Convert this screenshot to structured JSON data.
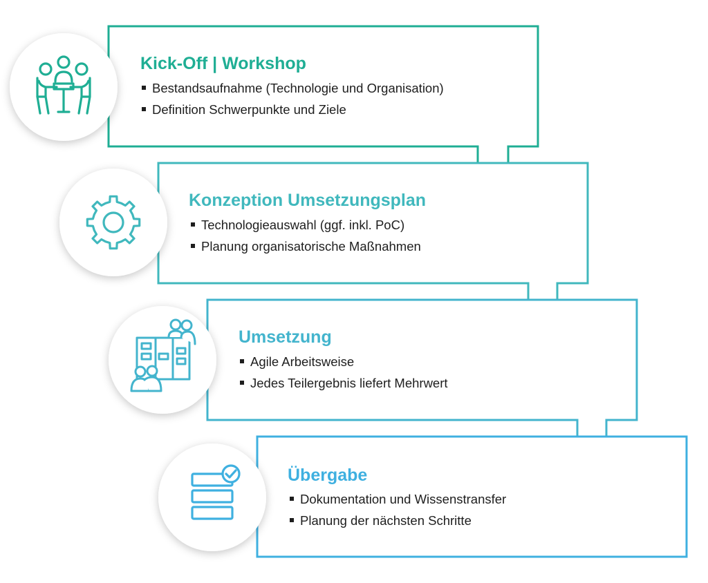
{
  "colors": {
    "step1": "#1fae94",
    "step2": "#40b8bd",
    "step3": "#43b4cd",
    "step4": "#3fb0e0",
    "text": "#1e1e1e"
  },
  "steps": [
    {
      "title": "Kick-Off | Workshop",
      "icon": "meeting-people-icon",
      "bullets": [
        "Bestandsaufnahme (Technologie und Organisation)",
        "Definition Schwerpunkte und Ziele"
      ]
    },
    {
      "title": "Konzeption Umsetzungsplan",
      "icon": "gear-icon",
      "bullets": [
        "Technologieauswahl (ggf. inkl. PoC)",
        "Planung organisatorische Maßnahmen"
      ]
    },
    {
      "title": "Umsetzung",
      "icon": "kanban-board-team-icon",
      "bullets": [
        "Agile Arbeitsweise",
        "Jedes Teilergebnis liefert Mehrwert"
      ]
    },
    {
      "title": "Übergabe",
      "icon": "checked-stack-icon",
      "bullets": [
        "Dokumentation und Wissenstransfer",
        "Planung der nächsten Schritte"
      ]
    }
  ]
}
